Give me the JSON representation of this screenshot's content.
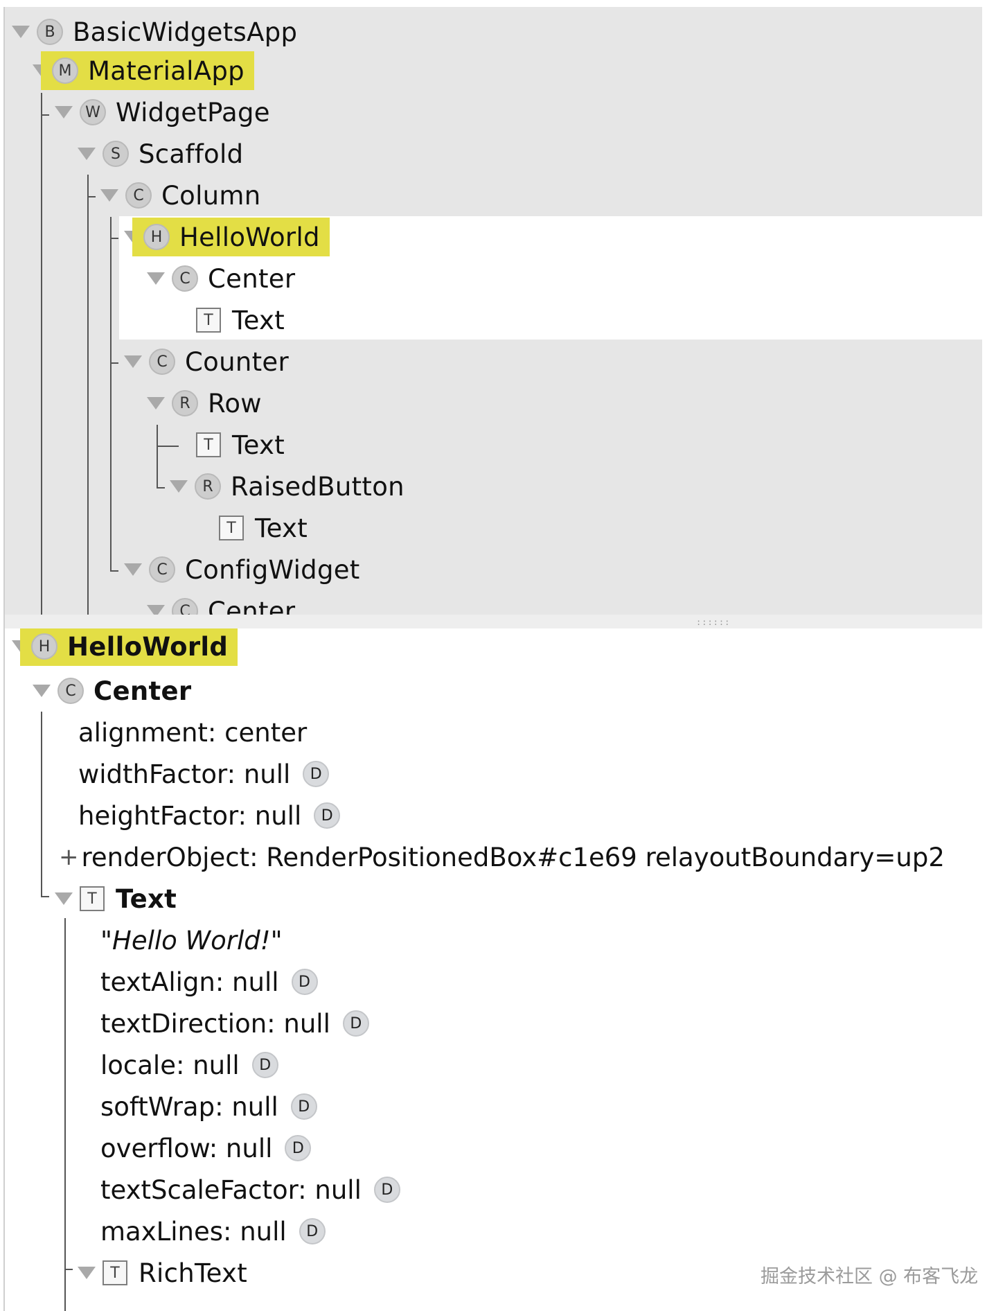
{
  "widget_tree": [
    {
      "badge": "B",
      "label": "BasicWidgetsApp"
    },
    {
      "badge": "M",
      "label": "MaterialApp"
    },
    {
      "badge": "W",
      "label": "WidgetPage"
    },
    {
      "badge": "S",
      "label": "Scaffold"
    },
    {
      "badge": "C",
      "label": "Column"
    },
    {
      "badge": "H",
      "label": "HelloWorld"
    },
    {
      "badge": "C",
      "label": "Center"
    },
    {
      "badge": "T",
      "label": "Text"
    },
    {
      "badge": "C",
      "label": "Counter"
    },
    {
      "badge": "R",
      "label": "Row"
    },
    {
      "badge": "T",
      "label": "Text"
    },
    {
      "badge": "R",
      "label": "RaisedButton"
    },
    {
      "badge": "T",
      "label": "Text"
    },
    {
      "badge": "C",
      "label": "ConfigWidget"
    },
    {
      "badge": "C",
      "label": "Center"
    }
  ],
  "splitter_grip": "::::::",
  "details": {
    "root": {
      "badge": "H",
      "label": "HelloWorld"
    },
    "center": {
      "badge": "C",
      "label": "Center"
    },
    "center_props": [
      {
        "text": "alignment: center",
        "default": ""
      },
      {
        "text": "widthFactor: null",
        "default": "D"
      },
      {
        "text": "heightFactor: null",
        "default": "D"
      }
    ],
    "render_object": "renderObject: RenderPositionedBox#c1e69 relayoutBoundary=up2",
    "render_object_expander": "+",
    "text_node": {
      "badge": "T",
      "label": "Text"
    },
    "text_value": "\"Hello World!\"",
    "text_props": [
      {
        "text": "textAlign: null",
        "default": "D"
      },
      {
        "text": "textDirection: null",
        "default": "D"
      },
      {
        "text": "locale: null",
        "default": "D"
      },
      {
        "text": "softWrap: null",
        "default": "D"
      },
      {
        "text": "overflow: null",
        "default": "D"
      },
      {
        "text": "textScaleFactor: null",
        "default": "D"
      },
      {
        "text": "maxLines: null",
        "default": "D"
      }
    ],
    "rich_text": {
      "badge": "T",
      "label": "RichText"
    }
  },
  "watermark": "掘金技术社区 @ 布客飞龙",
  "colors": {
    "highlight": "#e3de45",
    "tree_background": "#e6e6e6",
    "selected_background": "#ffffff"
  }
}
